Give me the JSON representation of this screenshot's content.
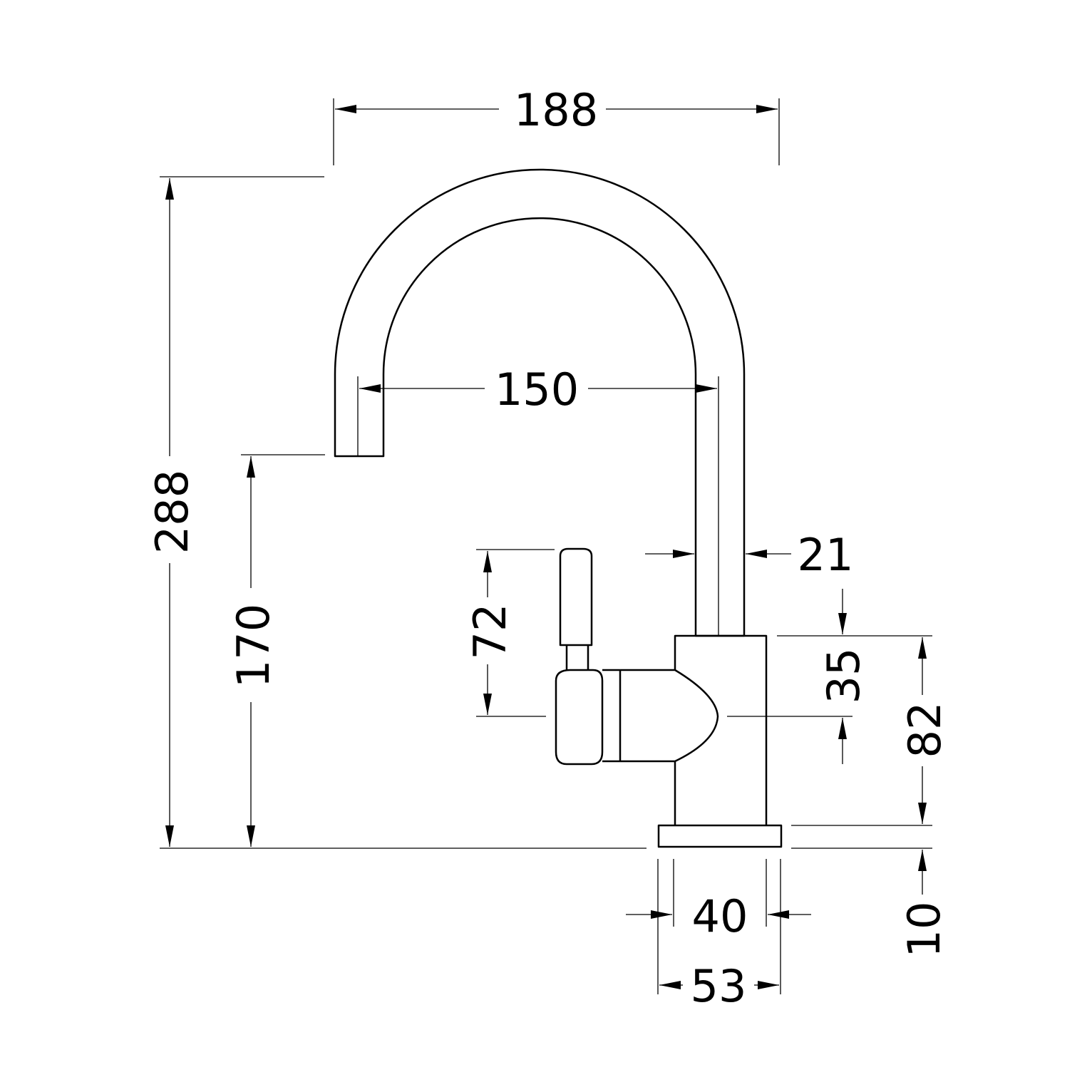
{
  "diagram": {
    "dimensions": {
      "overall_width": "188",
      "spout_inner_span": "150",
      "body_width": "21",
      "overall_height": "288",
      "spout_outlet_height": "170",
      "handle_height": "72",
      "body_top_to_handle": "35",
      "body_height": "82",
      "base_plate_height": "10",
      "body_base_width": "40",
      "base_plate_width": "53"
    },
    "colors": {
      "line": "#000000",
      "background": "#ffffff"
    }
  }
}
